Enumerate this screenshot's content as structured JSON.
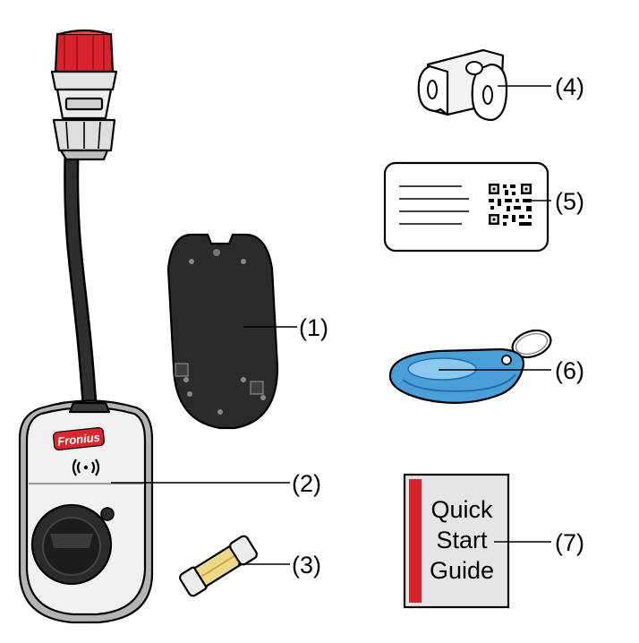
{
  "components": [
    {
      "id": "wall-bracket",
      "callout": "(1)"
    },
    {
      "id": "charger",
      "callout": "(2)",
      "brand": "Fronius",
      "rfid_symbol": "((•))"
    },
    {
      "id": "fuse",
      "callout": "(3)"
    },
    {
      "id": "u-bracket",
      "callout": "(4)"
    },
    {
      "id": "qr-card",
      "callout": "(5)"
    },
    {
      "id": "rfid-tag",
      "callout": "(6)"
    },
    {
      "id": "quick-start-guide",
      "callout": "(7)",
      "lines": [
        "Quick",
        "Start",
        "Guide"
      ]
    }
  ],
  "colors": {
    "plug_red": "#d7232b",
    "plug_grey": "#e4e4e4",
    "cable": "#2e2e2e",
    "charger_body": "#b4b4b4",
    "charger_face": "#f1f1f1",
    "brand_badge": "#d8282e",
    "bracket_dark": "#2a2a2a",
    "tag_blue": "#4a9fd9",
    "fuse_amber": "#ecd98a",
    "guide_stripe": "#d8252b",
    "guide_bg": "#e5e5e5"
  }
}
